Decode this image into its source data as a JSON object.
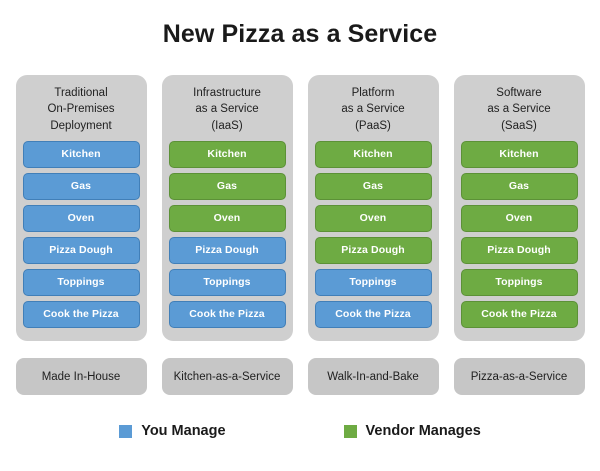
{
  "title": "New Pizza as a Service",
  "colors": {
    "you_manage": "#5b9bd5",
    "vendor_manages": "#6eab43",
    "panel_bg": "#cfcfcf",
    "footer_bg": "#c6c6c6",
    "page_bg": "#ffffff"
  },
  "columns": [
    {
      "header_lines": [
        "Traditional",
        "On-Premises",
        "Deployment"
      ],
      "footer": "Made In-House",
      "items": [
        {
          "label": "Kitchen",
          "owner": "you"
        },
        {
          "label": "Gas",
          "owner": "you"
        },
        {
          "label": "Oven",
          "owner": "you"
        },
        {
          "label": "Pizza Dough",
          "owner": "you"
        },
        {
          "label": "Toppings",
          "owner": "you"
        },
        {
          "label": "Cook the Pizza",
          "owner": "you"
        }
      ]
    },
    {
      "header_lines": [
        "Infrastructure",
        "as a Service",
        "(IaaS)"
      ],
      "footer": "Kitchen-as-a-Service",
      "items": [
        {
          "label": "Kitchen",
          "owner": "vendor"
        },
        {
          "label": "Gas",
          "owner": "vendor"
        },
        {
          "label": "Oven",
          "owner": "vendor"
        },
        {
          "label": "Pizza Dough",
          "owner": "you"
        },
        {
          "label": "Toppings",
          "owner": "you"
        },
        {
          "label": "Cook the Pizza",
          "owner": "you"
        }
      ]
    },
    {
      "header_lines": [
        "Platform",
        "as a Service",
        "(PaaS)"
      ],
      "footer": "Walk-In-and-Bake",
      "items": [
        {
          "label": "Kitchen",
          "owner": "vendor"
        },
        {
          "label": "Gas",
          "owner": "vendor"
        },
        {
          "label": "Oven",
          "owner": "vendor"
        },
        {
          "label": "Pizza Dough",
          "owner": "vendor"
        },
        {
          "label": "Toppings",
          "owner": "you"
        },
        {
          "label": "Cook the Pizza",
          "owner": "you"
        }
      ]
    },
    {
      "header_lines": [
        "Software",
        "as a Service",
        "(SaaS)"
      ],
      "footer": "Pizza-as-a-Service",
      "items": [
        {
          "label": "Kitchen",
          "owner": "vendor"
        },
        {
          "label": "Gas",
          "owner": "vendor"
        },
        {
          "label": "Oven",
          "owner": "vendor"
        },
        {
          "label": "Pizza Dough",
          "owner": "vendor"
        },
        {
          "label": "Toppings",
          "owner": "vendor"
        },
        {
          "label": "Cook the Pizza",
          "owner": "vendor"
        }
      ]
    }
  ],
  "legend": [
    {
      "label": "You Manage",
      "owner": "you"
    },
    {
      "label": "Vendor Manages",
      "owner": "vendor"
    }
  ]
}
